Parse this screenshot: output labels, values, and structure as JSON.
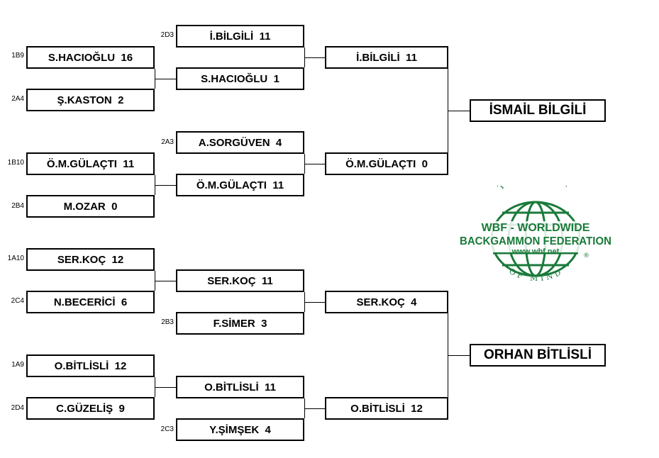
{
  "round1": {
    "m1": {
      "seed_a": "1B9",
      "player_a": "S.HACIOĞLU  16",
      "seed_b": "2A4",
      "player_b": "Ş.KASTON  2"
    },
    "m2": {
      "seed_a": "1B10",
      "player_a": "Ö.M.GÜLAÇTI  11",
      "seed_b": "2B4",
      "player_b": "M.OZAR  0"
    },
    "m3": {
      "seed_a": "1A10",
      "player_a": "SER.KOÇ  12",
      "seed_b": "2C4",
      "player_b": "N.BECERİCİ  6"
    },
    "m4": {
      "seed_a": "1A9",
      "player_a": "O.BİTLİSLİ  12",
      "seed_b": "2D4",
      "player_b": "C.GÜZELİŞ  9"
    }
  },
  "round2": {
    "m1": {
      "seed_top": "2D3",
      "top": "İ.BİLGİLİ  11",
      "winner": "S.HACIOĞLU  1"
    },
    "m2": {
      "seed_top": "2A3",
      "top": "A.SORGÜVEN  4",
      "winner": "Ö.M.GÜLAÇTI  11"
    },
    "m3": {
      "winner": "SER.KOÇ  11",
      "seed_bottom": "2B3",
      "bottom": "F.SİMER  3"
    },
    "m4": {
      "winner": "O.BİTLİSLİ  11",
      "seed_bottom": "2C3",
      "bottom": "Y.ŞİMŞEK  4"
    }
  },
  "round3": {
    "m1": "İ.BİLGİLİ  11",
    "m2": "Ö.M.GÜLAÇTI  0",
    "m3": "SER.KOÇ  4",
    "m4": "O.BİTLİSLİ  12"
  },
  "finalists": {
    "top": "İSMAİL BİLGİLİ",
    "bottom": "ORHAN BİTLİSLİ"
  },
  "logo": {
    "arc_top": "THE SPORT",
    "line1": "WBF - WORLDWIDE",
    "line2": "BACKGAMMON FEDERATION",
    "url": "www.wbf.net",
    "arc_bottom": "OF MIND",
    "mark": "®",
    "color": "#1a7a3a"
  }
}
